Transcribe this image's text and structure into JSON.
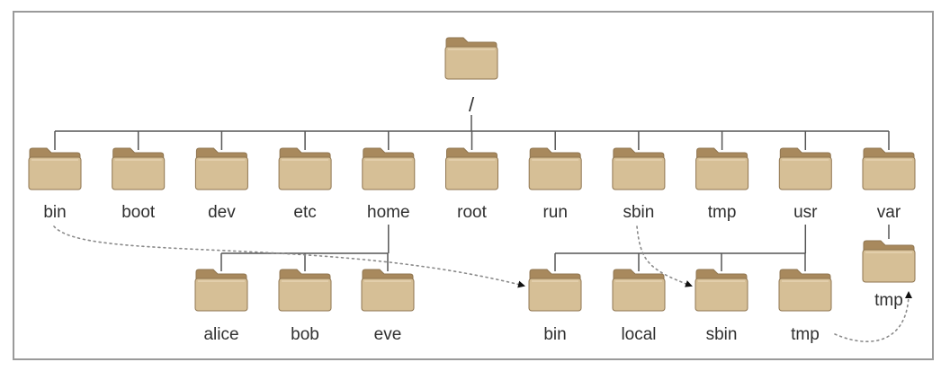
{
  "root": {
    "label": "/",
    "name": "root-dir"
  },
  "level1": [
    {
      "id": "bin",
      "label": "bin"
    },
    {
      "id": "boot",
      "label": "boot"
    },
    {
      "id": "dev",
      "label": "dev"
    },
    {
      "id": "etc",
      "label": "etc"
    },
    {
      "id": "home",
      "label": "home"
    },
    {
      "id": "root",
      "label": "root"
    },
    {
      "id": "run",
      "label": "run"
    },
    {
      "id": "sbin",
      "label": "sbin"
    },
    {
      "id": "tmp",
      "label": "tmp"
    },
    {
      "id": "usr",
      "label": "usr"
    },
    {
      "id": "var",
      "label": "var"
    }
  ],
  "home_children": [
    {
      "id": "alice",
      "label": "alice"
    },
    {
      "id": "bob",
      "label": "bob"
    },
    {
      "id": "eve",
      "label": "eve"
    }
  ],
  "usr_children": [
    {
      "id": "usr-bin",
      "label": "bin"
    },
    {
      "id": "usr-local",
      "label": "local"
    },
    {
      "id": "usr-sbin",
      "label": "sbin"
    },
    {
      "id": "usr-tmp",
      "label": "tmp"
    }
  ],
  "var_children": [
    {
      "id": "var-tmp",
      "label": "tmp"
    }
  ],
  "symlinks": [
    {
      "from": "bin",
      "to": "usr-bin"
    },
    {
      "from": "sbin",
      "to": "usr-sbin"
    },
    {
      "from": "usr-tmp",
      "to": "var-tmp"
    }
  ],
  "colors": {
    "folder_front": "#d6bf96",
    "folder_back": "#a8895d",
    "folder_outline": "#8f7550",
    "line": "#555555",
    "link": "#8a8a8a",
    "frame": "#9a9a9a"
  }
}
